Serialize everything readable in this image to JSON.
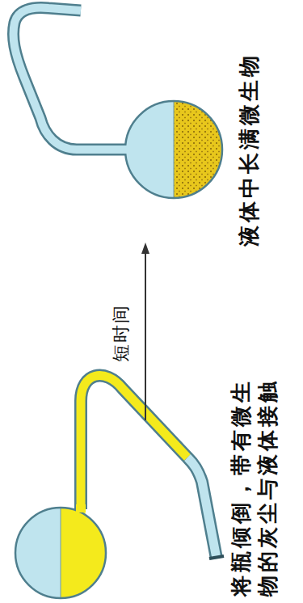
{
  "diagram": {
    "labels": [
      "将瓶倾倒，带有微生物的灰尘与液体接触",
      "短时间",
      "液体中长满微生物"
    ]
  }
}
